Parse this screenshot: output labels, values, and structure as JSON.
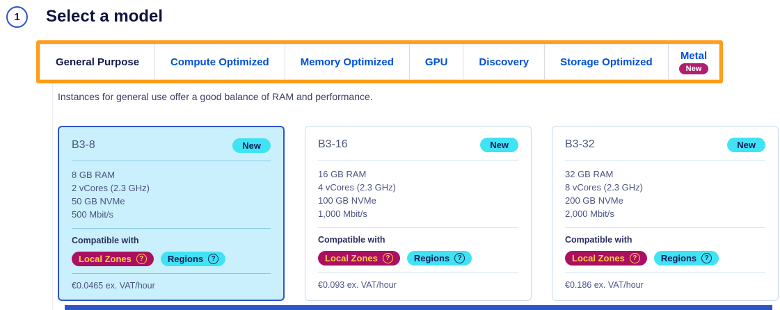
{
  "colors": {
    "accent_orange": "#ff9e19",
    "primary_blue": "#0050d7",
    "navy": "#131a4e",
    "cyan_badge": "#3fe3f3",
    "magenta_badge": "#ab0f62",
    "gold_text": "#ffd23f",
    "selected_card_bg": "#c9f0fc",
    "selected_card_border": "#2f54c9"
  },
  "step": {
    "number": "1"
  },
  "header": {
    "title": "Select a model"
  },
  "tabs": {
    "items": [
      {
        "label": "General Purpose"
      },
      {
        "label": "Compute Optimized"
      },
      {
        "label": "Memory Optimized"
      },
      {
        "label": "GPU"
      },
      {
        "label": "Discovery"
      },
      {
        "label": "Storage Optimized"
      },
      {
        "label": "Metal",
        "badge": "New"
      }
    ]
  },
  "panel": {
    "description": "Instances for general use offer a good balance of RAM and performance."
  },
  "labels": {
    "compatible": "Compatible with",
    "local_zones": "Local Zones",
    "regions": "Regions",
    "help": "?"
  },
  "cards": [
    {
      "name": "B3-8",
      "badge": "New",
      "specs": [
        "8 GB RAM",
        "2 vCores (2.3 GHz)",
        "50 GB NVMe",
        "500 Mbit/s"
      ],
      "price": "€0.0465 ex. VAT/hour",
      "selected": true
    },
    {
      "name": "B3-16",
      "badge": "New",
      "specs": [
        "16 GB RAM",
        "4 vCores (2.3 GHz)",
        "100 GB NVMe",
        "1,000 Mbit/s"
      ],
      "price": "€0.093 ex. VAT/hour",
      "selected": false
    },
    {
      "name": "B3-32",
      "badge": "New",
      "specs": [
        "32 GB RAM",
        "8 vCores (2.3 GHz)",
        "200 GB NVMe",
        "2,000 Mbit/s"
      ],
      "price": "€0.186 ex. VAT/hour",
      "selected": false
    }
  ]
}
